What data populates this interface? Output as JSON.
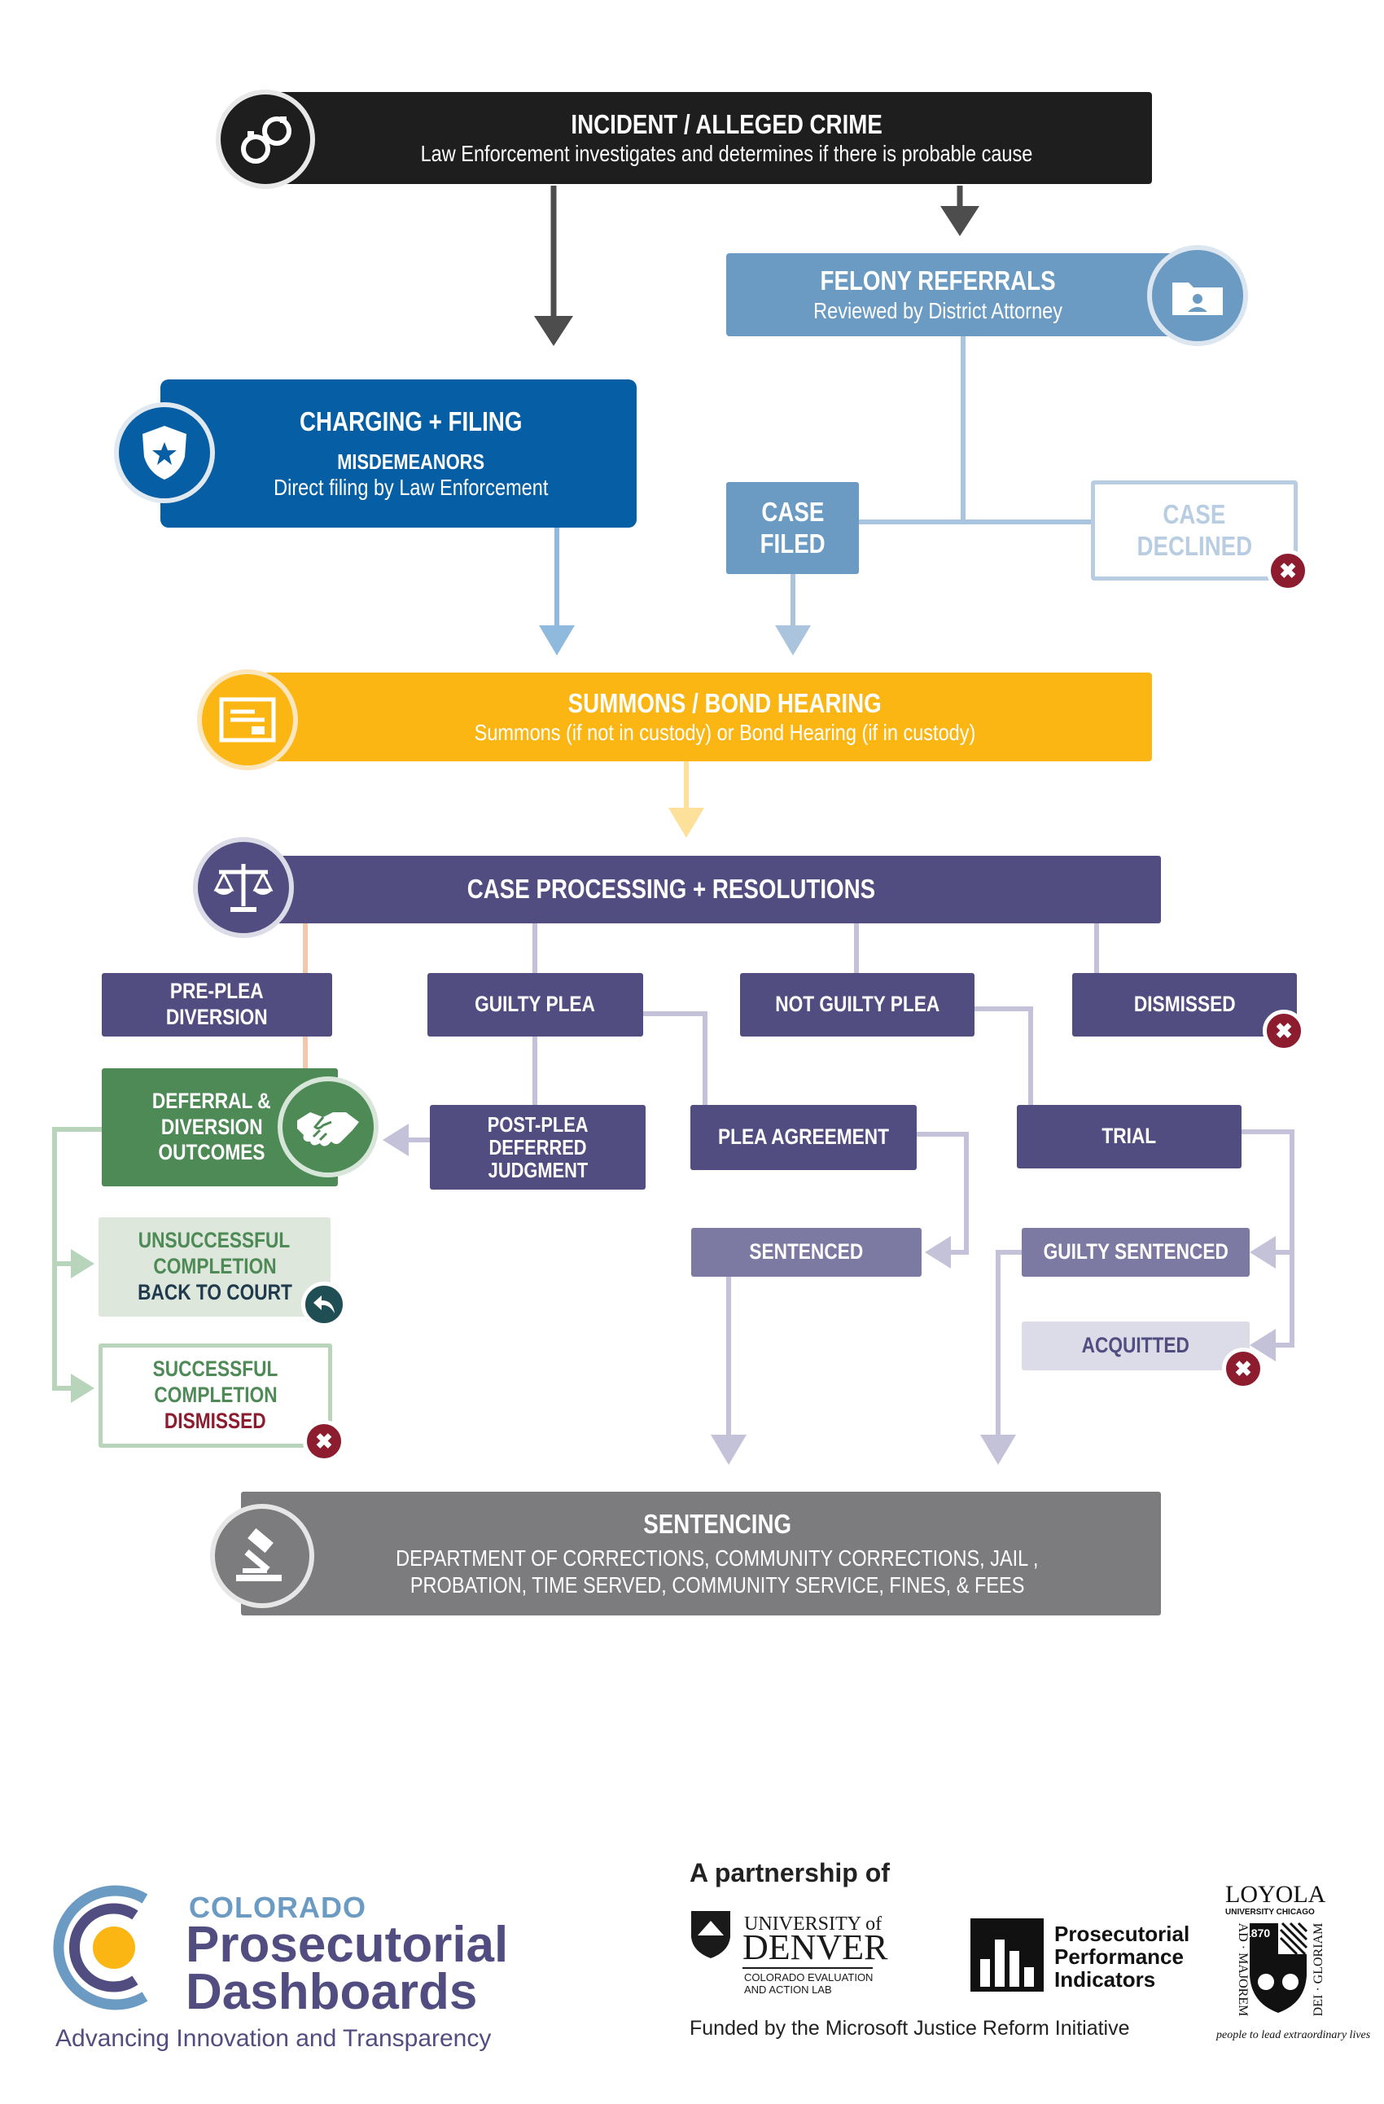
{
  "incident": {
    "title": "INCIDENT / ALLEGED CRIME",
    "subtitle": "Law Enforcement investigates and determines if there is probable cause"
  },
  "felony": {
    "title": "FELONY REFERRALS",
    "subtitle": "Reviewed by District Attorney"
  },
  "charging": {
    "title": "CHARGING + FILING",
    "sub_title": "MISDEMEANORS",
    "subtitle": "Direct filing by Law Enforcement"
  },
  "case_filed": {
    "line1": "CASE",
    "line2": "FILED"
  },
  "case_declined": {
    "line1": "CASE",
    "line2": "DECLINED"
  },
  "summons": {
    "title": "SUMMONS / BOND HEARING",
    "subtitle": "Summons (if not in custody) or Bond Hearing (if in custody)"
  },
  "processing": {
    "title": "CASE PROCESSING + RESOLUTIONS"
  },
  "pre_plea": {
    "line1": "PRE-PLEA",
    "line2": "DIVERSION"
  },
  "guilty_plea": {
    "label": "GUILTY PLEA"
  },
  "not_guilty_plea": {
    "label": "NOT GUILTY PLEA"
  },
  "dismissed": {
    "label": "DISMISSED"
  },
  "deferral": {
    "line1": "DEFERRAL &",
    "line2": "DIVERSION",
    "line3": "OUTCOMES"
  },
  "post_plea": {
    "line1": "POST-PLEA",
    "line2": "DEFERRED",
    "line3": "JUDGMENT"
  },
  "plea_agreement": {
    "label": "PLEA AGREEMENT"
  },
  "trial": {
    "label": "TRIAL"
  },
  "unsuccessful": {
    "line1": "UNSUCCESSFUL",
    "line2": "COMPLETION",
    "line3": "BACK TO COURT"
  },
  "successful": {
    "line1": "SUCCESSFUL",
    "line2": "COMPLETION",
    "line3": "DISMISSED"
  },
  "sentenced": {
    "label": "SENTENCED"
  },
  "guilty_sentenced": {
    "label": "GUILTY SENTENCED"
  },
  "acquitted": {
    "label": "ACQUITTED"
  },
  "sentencing": {
    "title": "SENTENCING",
    "line1": "DEPARTMENT OF CORRECTIONS, COMMUNITY CORRECTIONS, JAIL ,",
    "line2": "PROBATION, TIME SERVED, COMMUNITY SERVICE, FINES, & FEES"
  },
  "footer": {
    "brand_top": "COLORADO",
    "brand_line1": "Prosecutorial",
    "brand_line2": "Dashboards",
    "tagline": "Advancing Innovation and Transparency",
    "partnership": "A partnership of",
    "du_line1": "UNIVERSITY of",
    "du_line2": "DENVER",
    "du_sub1": "COLORADO EVALUATION",
    "du_sub2": "AND ACTION LAB",
    "ppi_line1": "Prosecutorial",
    "ppi_line2": "Performance",
    "ppi_line3": "Indicators",
    "loyola_name": "LOYOLA",
    "loyola_sub": "UNIVERSITY CHICAGO",
    "loyola_year": "1870",
    "loyola_motto_left": "AD · MAJOREM",
    "loyola_motto_right": "DEI · GLORIAM",
    "loyola_tag": "people to lead extraordinary lives",
    "funded": "Funded by the Microsoft Justice Reform Initiative"
  },
  "colors": {
    "dark": "#1e1e1e",
    "felony_blue": "#6b9bc3",
    "charging_blue": "#065ea4",
    "orange": "#fbb614",
    "purple": "#524d80",
    "green": "#4e8a56",
    "grey": "#7c7c7f",
    "red_badge": "#8c1c2e"
  }
}
